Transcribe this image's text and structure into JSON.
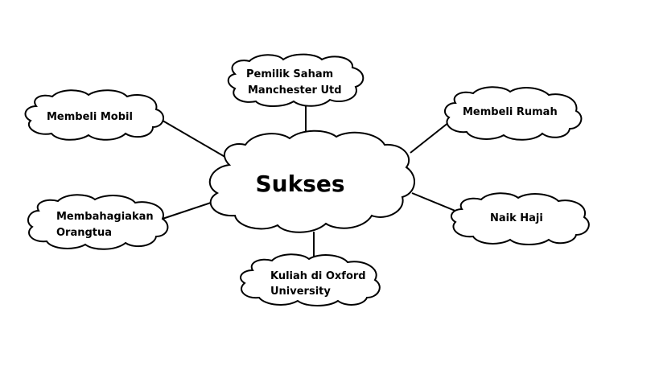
{
  "diagram": {
    "type": "mind-map",
    "center": {
      "label": "Sukses"
    },
    "nodes": [
      {
        "id": "top",
        "lines": [
          "Pemilik Saham",
          "Manchester Utd"
        ]
      },
      {
        "id": "top-left",
        "lines": [
          "Membeli Mobil"
        ]
      },
      {
        "id": "top-right",
        "lines": [
          "Membeli Rumah"
        ]
      },
      {
        "id": "bottom-left",
        "lines": [
          "Membahagiakan",
          "Orangtua"
        ]
      },
      {
        "id": "bottom-right",
        "lines": [
          "Naik Haji"
        ]
      },
      {
        "id": "bottom",
        "lines": [
          "Kuliah di Oxford",
          "University"
        ]
      }
    ],
    "colors": {
      "stroke": "#000000",
      "fill": "#ffffff",
      "text": "#000000"
    }
  }
}
